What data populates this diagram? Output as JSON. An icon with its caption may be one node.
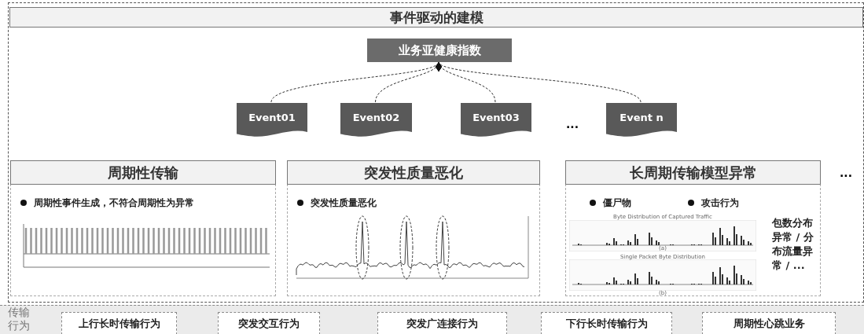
{
  "diagram": {
    "nodes": [
      {
        "text": [
          "事件驱动的建模"
        ]
      },
      {
        "text": [
          "业务亚健康指数"
        ],
        "in": 0
      },
      {
        "text": [
          "Event01"
        ],
        "in": 0
      },
      {
        "text": [
          "Event02"
        ],
        "in": 0
      },
      {
        "text": [
          "Event03"
        ],
        "in": 0
      },
      {
        "text": [
          "Event n"
        ],
        "in": 0
      },
      {
        "text": [
          "周期性传输",
          "周期性事件生成，不符合周期性为异常"
        ],
        "in": 0
      },
      {
        "text": [
          "突发性质量恶化",
          "突发性质量恶化"
        ],
        "in": 0
      },
      {
        "text": [
          "长周期传输模型异常",
          "僵尸物",
          "攻击行为",
          "包数分布异常 / 分布流量异常 / ..."
        ],
        "in": 0
      },
      {
        "text": [
          "传输行为"
        ]
      },
      {
        "text": [
          "上行长时传输行为"
        ],
        "in": 9
      },
      {
        "text": [
          "突发交互行为"
        ],
        "in": 9
      },
      {
        "text": [
          "突发广连接行为"
        ],
        "in": 9
      },
      {
        "text": [
          "下行长时传输行为"
        ],
        "in": 9
      },
      {
        "text": [
          "周期性心跳业务"
        ],
        "in": 9
      }
    ],
    "edges": [
      {
        "from": 2,
        "to": 1,
        "arrow": "other",
        "style": "dashed"
      },
      {
        "from": 3,
        "to": 1,
        "arrow": "other",
        "style": "dashed"
      },
      {
        "from": 4,
        "to": 1,
        "arrow": "other",
        "style": "dashed"
      },
      {
        "from": 5,
        "to": 1,
        "arrow": "other",
        "style": "dashed"
      }
    ],
    "labels": [
      "...",
      "...",
      "Byte Distribution of Captured Traffic",
      "(a)",
      "Single Packet Byte Distribution",
      "(b)"
    ]
  }
}
